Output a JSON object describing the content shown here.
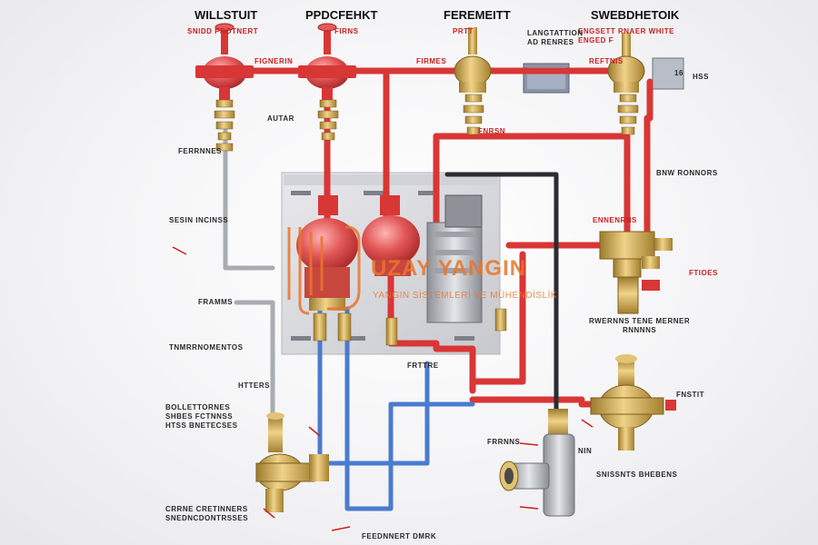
{
  "labels": {
    "top_1_title": "WILLSTUIT",
    "top_1_sub": "SNIDD PROTNERT",
    "top_2_title": "PPDCFEHKT",
    "top_2_sub": "FIRNS",
    "top_3_title": "FEREMEITT",
    "top_3_sub": "PRTT",
    "top_4_title": "SWEBDHETOIK",
    "top_4_sub": "ENGSETT RNAER WHITE\nENGED F",
    "left_tag_1": "LANGTATTION\nAD RENRES",
    "mid_1": "FIGNERIN",
    "mid_2": "FIRMES",
    "mid_3": "REFTNIS",
    "left_1": "AUTAR",
    "left_2": "FERRNNES",
    "left_3": "SESIN INCINSS",
    "left_4": "FRAMMS",
    "left_5": "TNMRRNOMENTOS",
    "left_6": "HTTERS",
    "left_7": "BOLLETTORNES\nSHBES FCTNNSS\nHTSS BNETECSES",
    "left_8": "CRRNE CRETINNERS\nSNEDNCDONTRSSES",
    "right_1": "HSS",
    "right_2": "FNRSN",
    "right_3": "BNW RONNORS",
    "right_4": "ENNENRNS",
    "right_5": "FTIOES",
    "right_6": "RWERNNS TENE MERNER\nRNNNNS",
    "right_7": "FNSTIT",
    "right_8": "SNISSNTS BHEBENS",
    "center_1": "FRTTRE",
    "center_2": "FRRNNS",
    "center_3": "NIN",
    "bottom_1": "FEEDNNERT DMRK",
    "gauge_1": "16"
  },
  "watermark": {
    "title": "UZAY YANGIN",
    "subtitle": "YANGIN SİSTEMLERİ VE MÜHENDİSLİK"
  },
  "colors": {
    "pipe_red": "#d93636",
    "pipe_blue": "#4a7bd0",
    "pipe_grey": "#a9acb0",
    "pipe_black": "#2b2d33",
    "brass": "#c9a04a",
    "valve_red": "#e25b5b",
    "panel": "#d8d8dc",
    "watermark": "#e8762c"
  }
}
